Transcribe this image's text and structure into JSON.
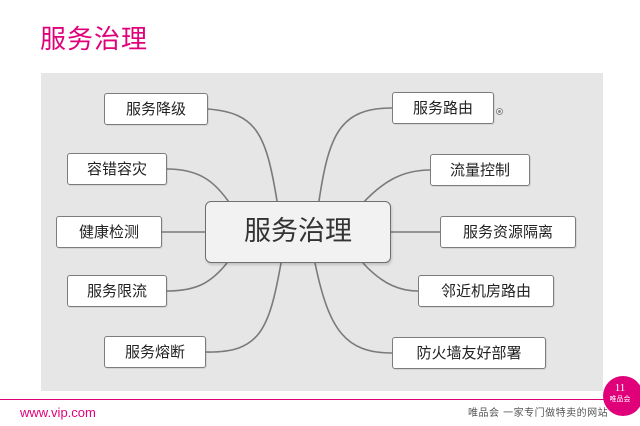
{
  "title": "服务治理",
  "mindmap": {
    "center": "服务治理",
    "left_branches": [
      "服务降级",
      "容错容灾",
      "健康检测",
      "服务限流",
      "服务熔断"
    ],
    "right_branches": [
      "服务路由",
      "流量控制",
      "服务资源隔离",
      "邻近机房路由",
      "防火墙友好部署"
    ]
  },
  "footer": {
    "url": "www.vip.com",
    "slogan": "唯品会 一家专门做特卖的网站",
    "page_number": "11",
    "brand": "唯品会"
  },
  "colors": {
    "accent": "#e0007a",
    "panel": "#e6e6e6",
    "node_border": "#7c7c7c",
    "connector": "#7a7a7a"
  }
}
